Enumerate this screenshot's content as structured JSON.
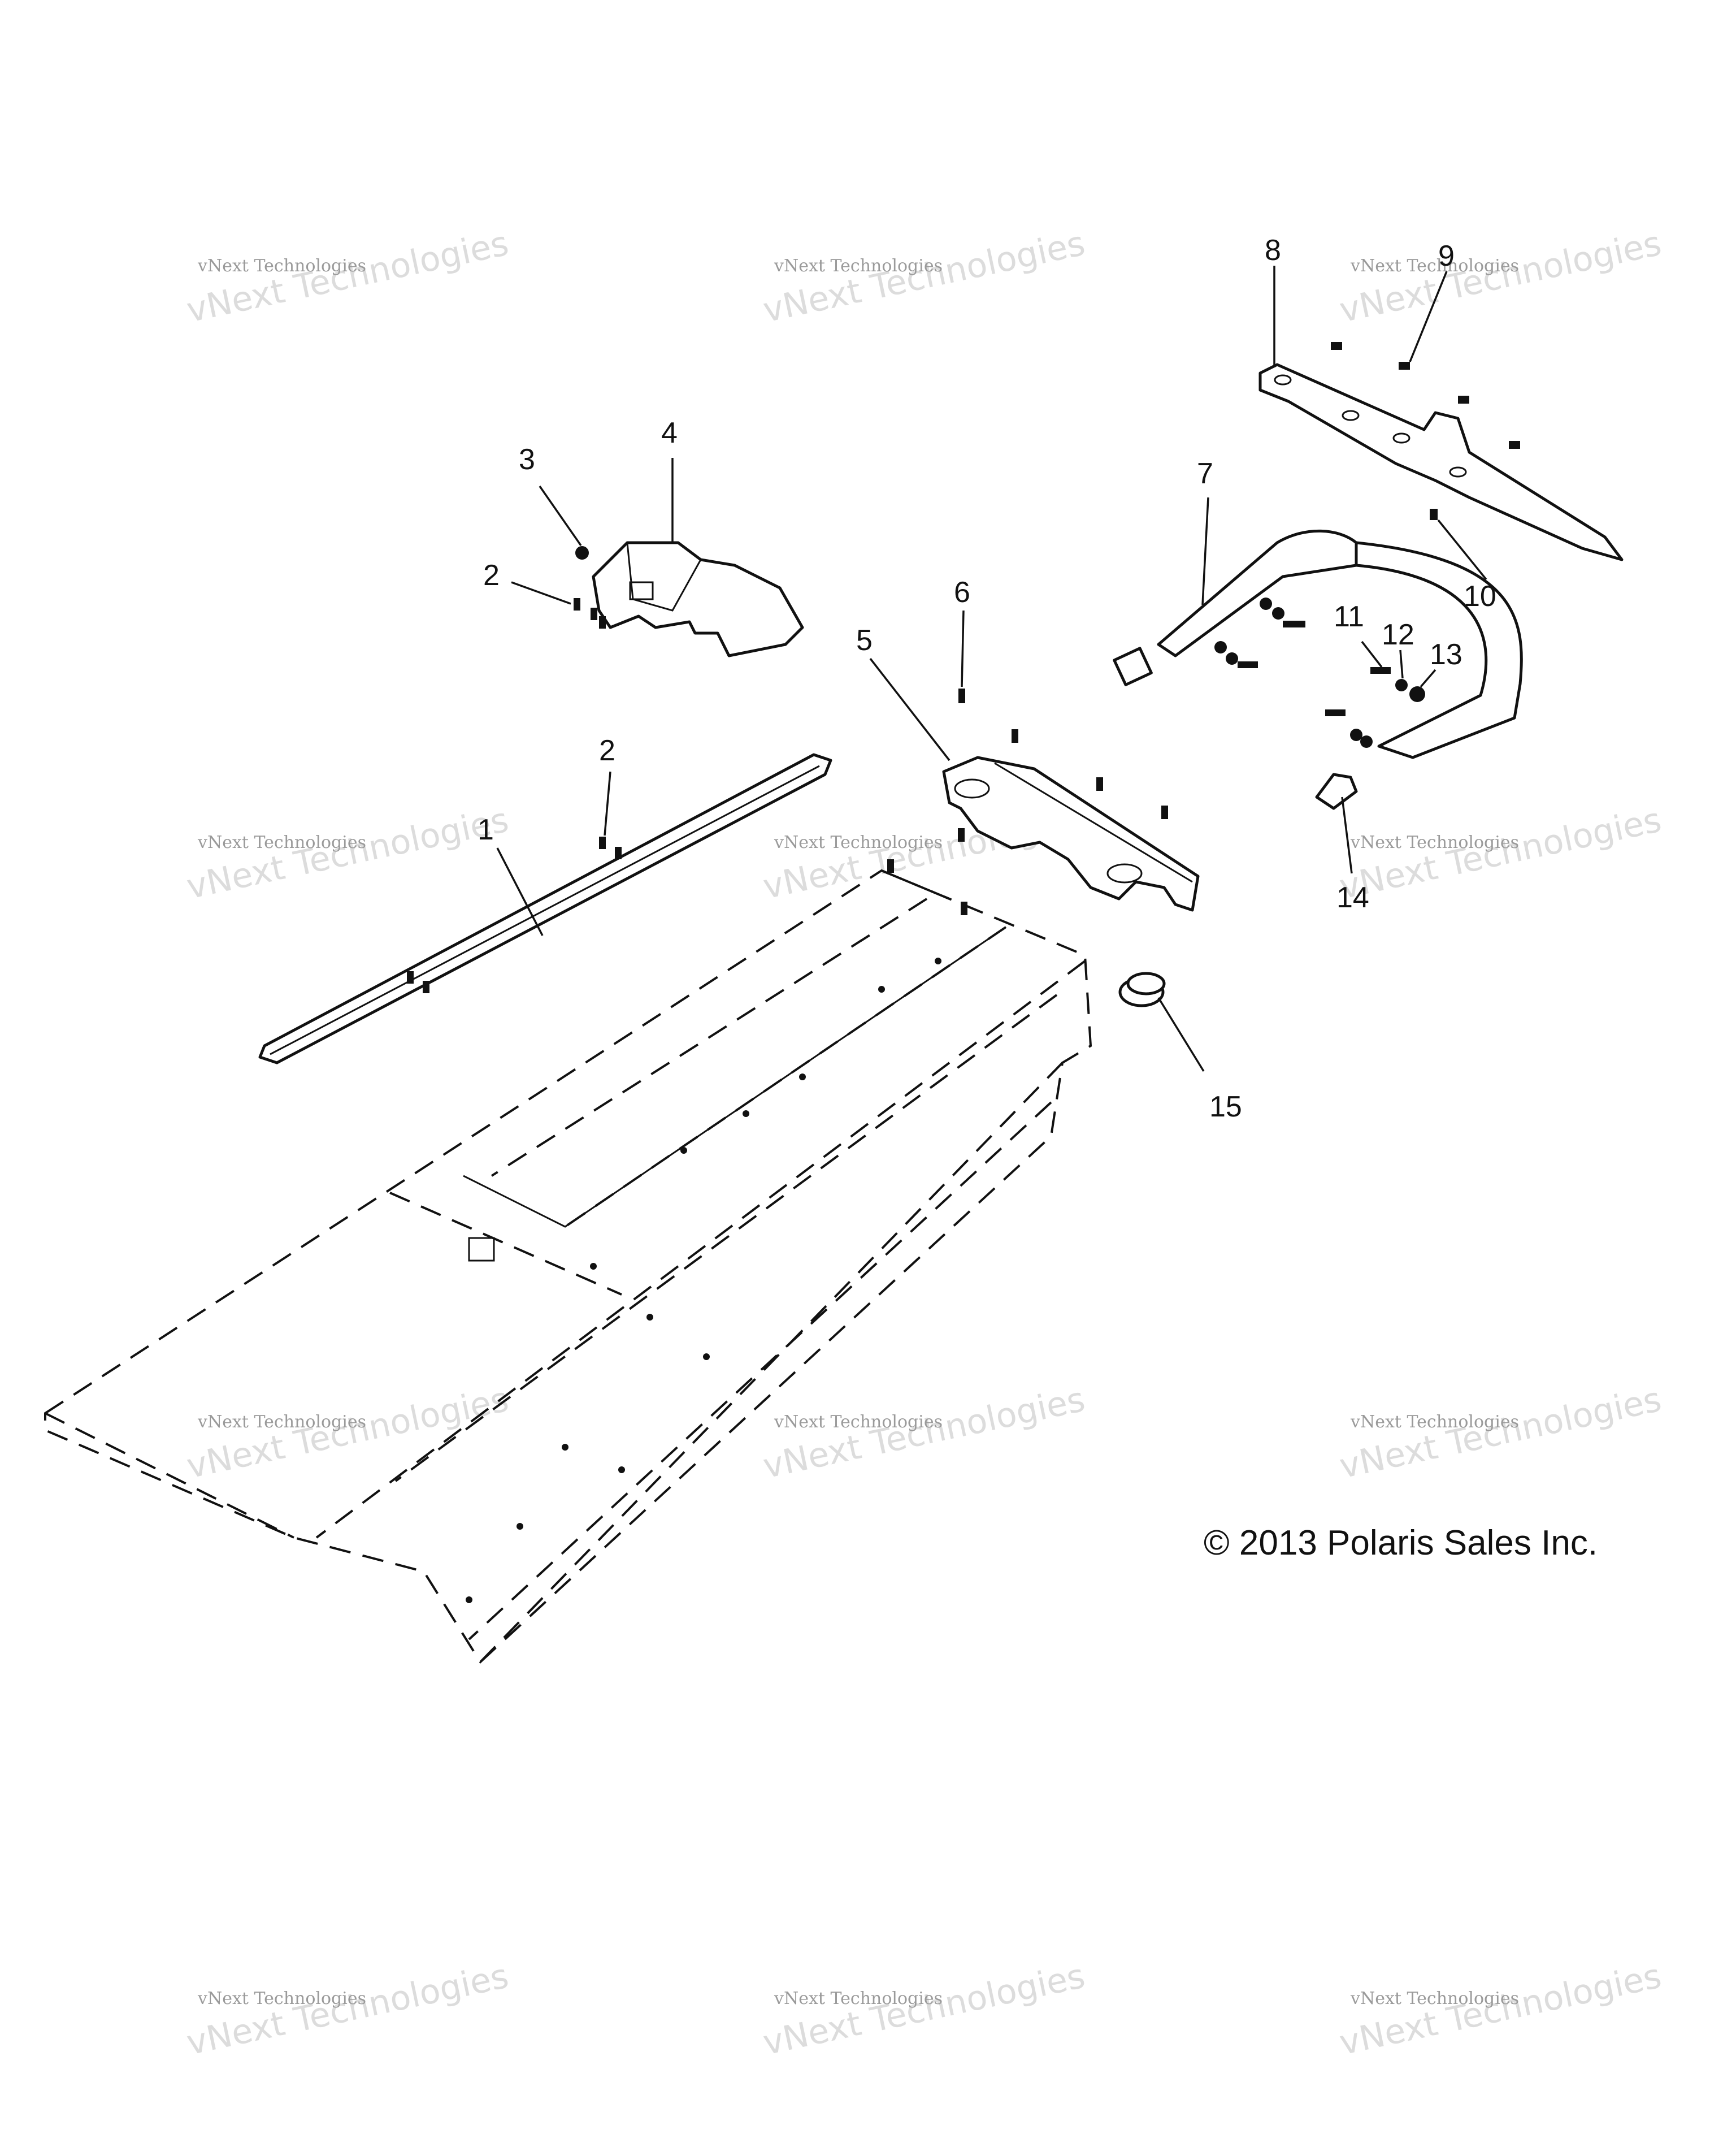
{
  "callouts": [
    {
      "id": "1",
      "label": "1"
    },
    {
      "id": "2a",
      "label": "2"
    },
    {
      "id": "2b",
      "label": "2"
    },
    {
      "id": "3",
      "label": "3"
    },
    {
      "id": "4",
      "label": "4"
    },
    {
      "id": "5",
      "label": "5"
    },
    {
      "id": "6",
      "label": "6"
    },
    {
      "id": "7",
      "label": "7"
    },
    {
      "id": "8",
      "label": "8"
    },
    {
      "id": "9",
      "label": "9"
    },
    {
      "id": "10",
      "label": "10"
    },
    {
      "id": "11",
      "label": "11"
    },
    {
      "id": "12",
      "label": "12"
    },
    {
      "id": "13",
      "label": "13"
    },
    {
      "id": "14",
      "label": "14"
    },
    {
      "id": "15",
      "label": "15"
    }
  ],
  "watermark": {
    "line1": "vNext Technologies",
    "line2": "vNext Technologies"
  },
  "copyright": "© 2013 Polaris Sales Inc."
}
